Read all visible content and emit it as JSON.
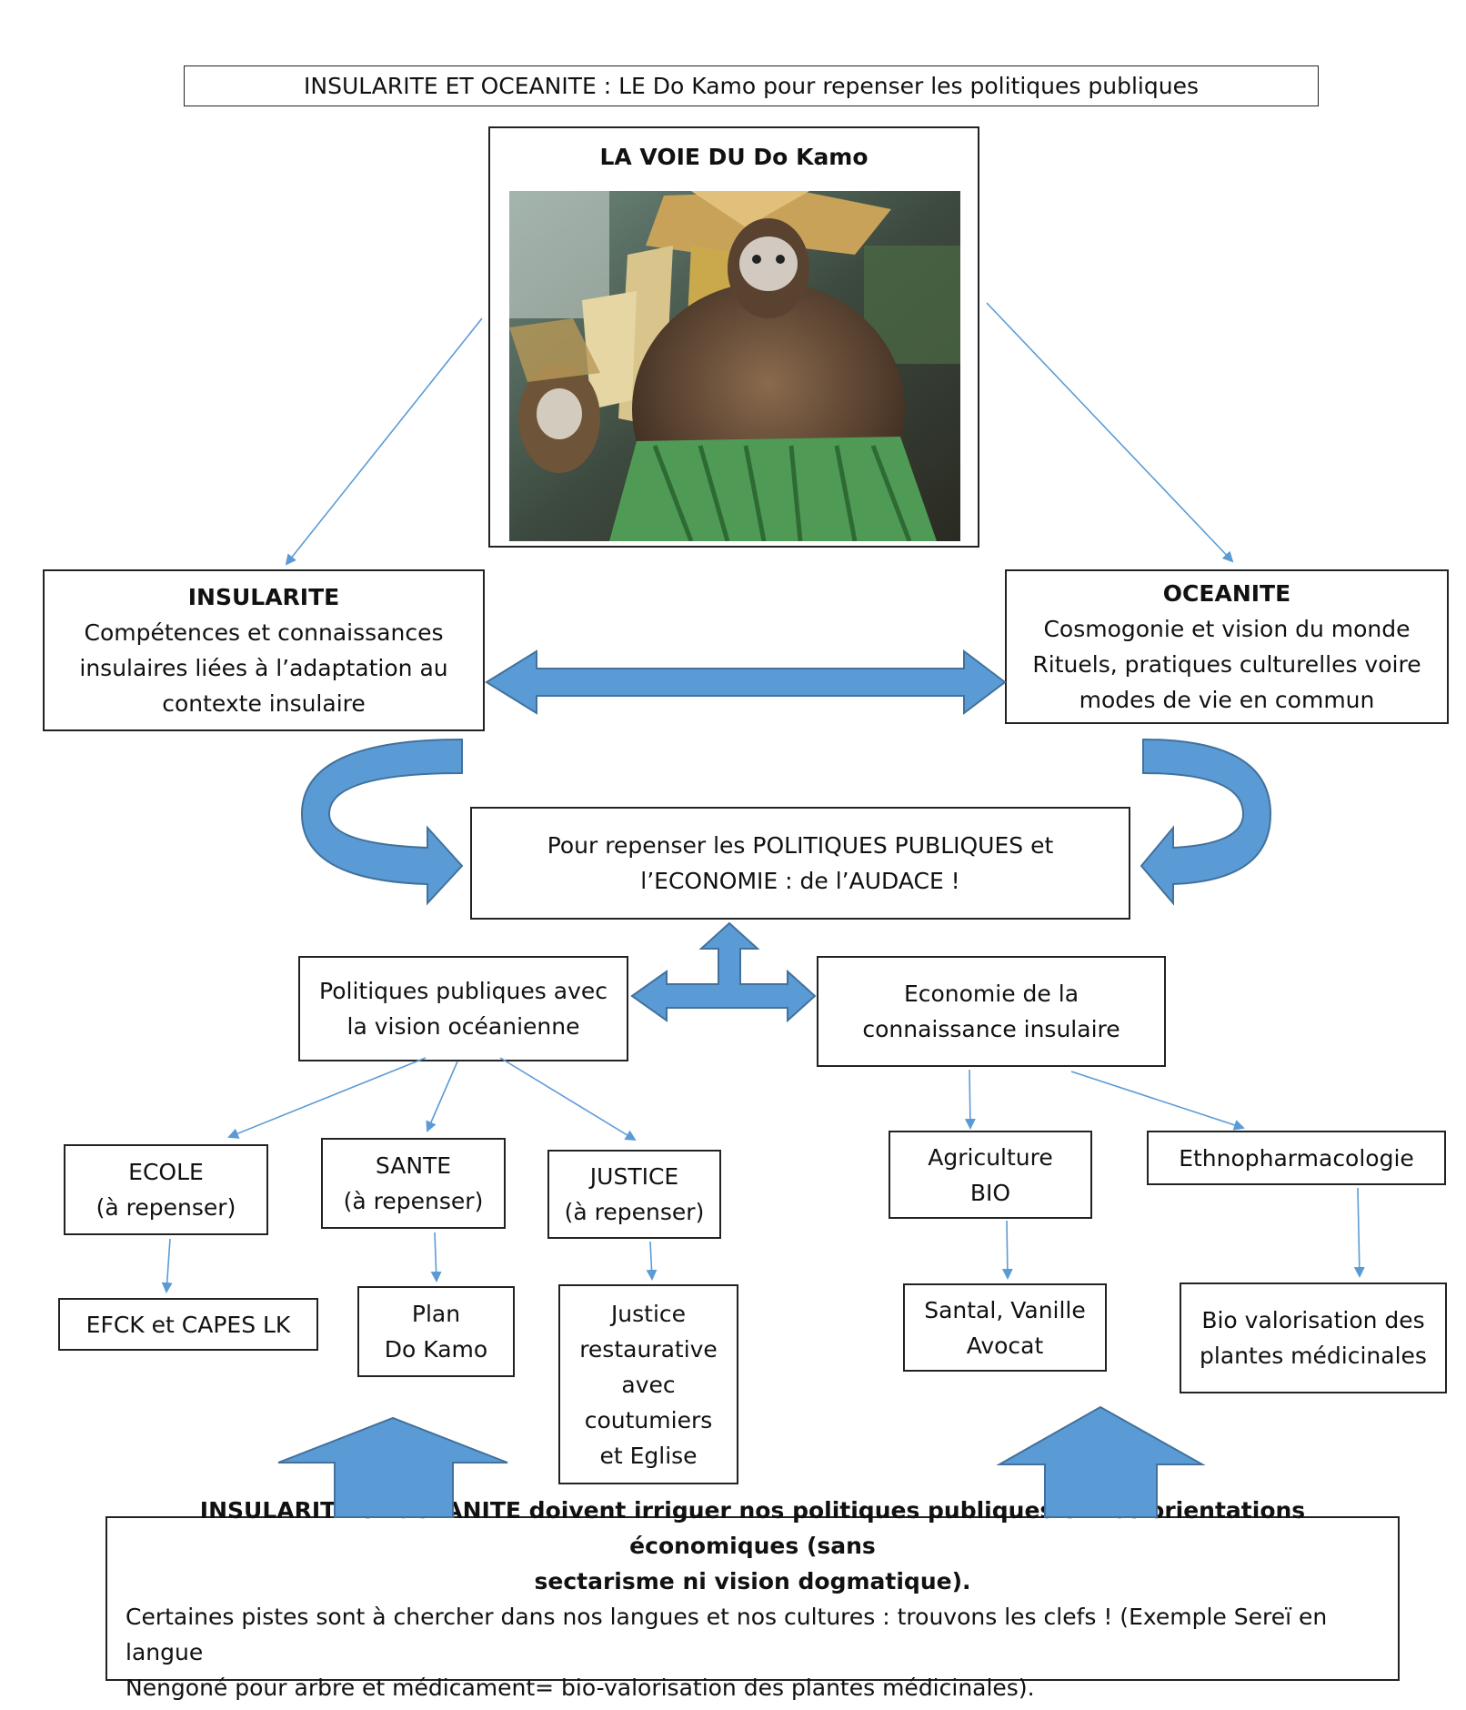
{
  "title": "INSULARITE ET OCEANITE : LE Do Kamo pour repenser les politiques publiques",
  "photo_box": {
    "title": "LA VOIE DU Do Kamo"
  },
  "insularite": {
    "title": "INSULARITE",
    "lines": [
      "Compétences et connaissances",
      "insulaires liées à l’adaptation au",
      "contexte insulaire"
    ]
  },
  "oceanite": {
    "title": "OCEANITE",
    "lines": [
      "Cosmogonie et vision du monde",
      "Rituels, pratiques culturelles voire",
      "modes de vie en commun"
    ]
  },
  "center": {
    "lines": [
      "Pour repenser les POLITIQUES PUBLIQUES et",
      "l’ECONOMIE : de l’AUDACE !"
    ]
  },
  "politiques": {
    "lines": [
      "Politiques publiques avec",
      "la vision océanienne"
    ]
  },
  "economie": {
    "lines": [
      "Economie de la",
      "connaissance insulaire"
    ]
  },
  "ecole": {
    "lines": [
      "ECOLE",
      "(à repenser)"
    ]
  },
  "sante": {
    "lines": [
      "SANTE",
      "(à repenser)"
    ]
  },
  "justice": {
    "lines": [
      "JUSTICE",
      "(à repenser)"
    ]
  },
  "agriculture": {
    "lines": [
      "Agriculture",
      "BIO"
    ]
  },
  "ethno": {
    "lines": [
      "Ethnopharmacologie"
    ]
  },
  "efck": {
    "lines": [
      "EFCK et CAPES LK"
    ]
  },
  "plan": {
    "lines": [
      "Plan",
      "Do Kamo"
    ]
  },
  "justice_resto": {
    "lines": [
      "Justice",
      "restaurative",
      "avec",
      "coutumiers",
      "et Eglise"
    ]
  },
  "santal": {
    "lines": [
      "Santal, Vanille",
      "Avocat"
    ]
  },
  "bio_valo": {
    "lines": [
      "Bio valorisation des",
      "plantes médicinales"
    ]
  },
  "bottom": {
    "bold_lines": [
      "INSULARITE et OCEANITE doivent irriguer nos politiques publiques et nos orientations économiques (sans",
      "sectarisme ni vision dogmatique)."
    ],
    "lines": [
      "Certaines pistes sont à chercher dans nos langues et nos cultures : trouvons les clefs ! (Exemple Sereï en langue",
      "Nengoné pour arbre et médicament= bio-valorisation des plantes médicinales)."
    ]
  },
  "colors": {
    "arrow_fill": "#5b9bd5",
    "arrow_dark": "#41719c",
    "thin_line": "#5b9bd5"
  }
}
